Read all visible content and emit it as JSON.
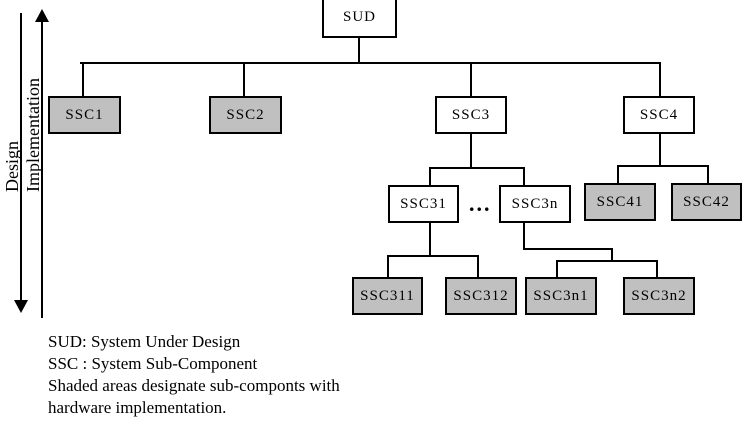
{
  "diagram": {
    "axis_labels": {
      "design": "Design",
      "implementation": "Implementation"
    },
    "nodes": {
      "sud": {
        "label": "SUD",
        "shaded": false
      },
      "ssc1": {
        "label": "SSC1",
        "shaded": true
      },
      "ssc2": {
        "label": "SSC2",
        "shaded": true
      },
      "ssc3": {
        "label": "SSC3",
        "shaded": false
      },
      "ssc4": {
        "label": "SSC4",
        "shaded": false
      },
      "ssc31": {
        "label": "SSC31",
        "shaded": false
      },
      "ssc3n": {
        "label": "SSC3n",
        "shaded": false
      },
      "ssc41": {
        "label": "SSC41",
        "shaded": true
      },
      "ssc42": {
        "label": "SSC42",
        "shaded": true
      },
      "ssc311": {
        "label": "SSC311",
        "shaded": true
      },
      "ssc312": {
        "label": "SSC312",
        "shaded": true
      },
      "ssc3n1": {
        "label": "SSC3n1",
        "shaded": true
      },
      "ssc3n2": {
        "label": "SSC3n2",
        "shaded": true
      }
    },
    "ellipsis": "...",
    "legend": {
      "line1": "SUD: System Under Design",
      "line2": "SSC : System Sub-Component",
      "line3": "Shaded areas designate sub-componts with",
      "line4": "hardware implementation."
    },
    "colors": {
      "shaded_fill": "#c0c0c0",
      "unshaded_fill": "#ffffff",
      "line": "#000000",
      "background": "#ffffff"
    }
  }
}
